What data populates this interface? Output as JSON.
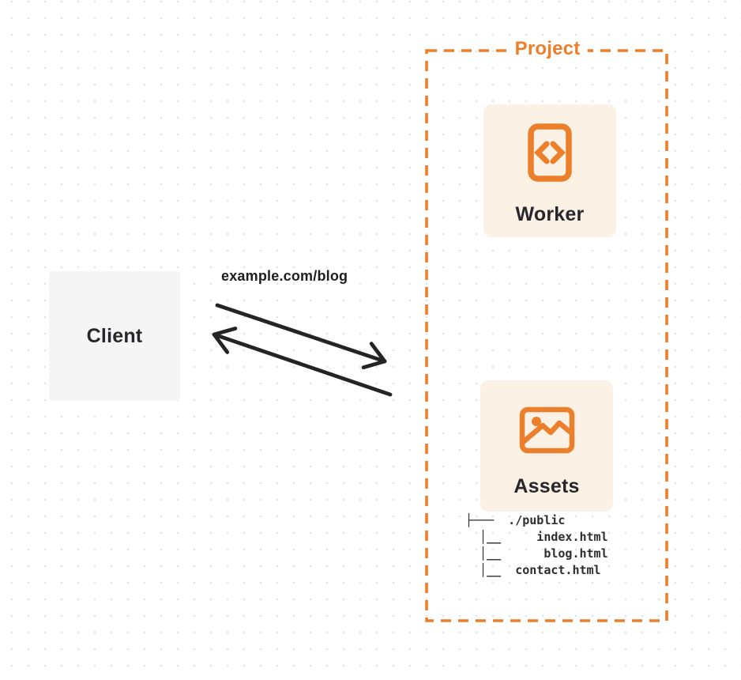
{
  "diagram": {
    "title": "Project",
    "client": {
      "label": "Client"
    },
    "request_label": "example.com/blog",
    "project": {
      "label": "Project",
      "worker": {
        "label": "Worker",
        "icon": "code-file-icon"
      },
      "assets": {
        "label": "Assets",
        "icon": "image-icon",
        "file_tree": "├───  ./public\n  │__     index.html\n  │__      blog.html\n  │__  contact.html"
      }
    },
    "colors": {
      "accent_orange": "#EC7F2C",
      "panel_cream": "#FCF1E5",
      "client_gray": "#F5F5F6",
      "text_dark": "#26262B",
      "arrow_black": "#242424",
      "dot_grid": "#E3E3E5"
    }
  }
}
